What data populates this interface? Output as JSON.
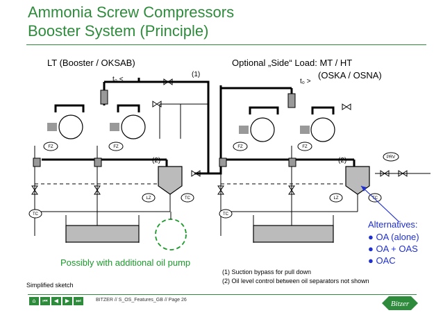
{
  "title": {
    "line1": "Ammonia Screw Compressors",
    "line2": "Booster System (Principle)"
  },
  "labels": {
    "lt": "LT (Booster / OKSAB)",
    "side_load": "Optional „Side“ Load: MT / HT",
    "oska": "(OSKA / OSNA)",
    "t0_lt": "t₀ <",
    "t0_side": "t₀ >",
    "marker1": "(1)",
    "marker2_left": "(2)",
    "marker2_right": "(2)",
    "oil_pump": "Possibly with additional oil pump",
    "note1": "(1) Suction bypass for pull down",
    "note2": "(2) Oil level control between oil separators not shown",
    "simplified": "Simplified sketch"
  },
  "symbols": {
    "fz": "FZ",
    "tc": "TC",
    "lz": "LZ",
    "prv": "PRV"
  },
  "alternatives": {
    "heading": "Alternatives:",
    "items": [
      "OA (alone)",
      "OA + OAS",
      "OAC"
    ]
  },
  "footer": {
    "text": "BITZER // S_OS_Features_GB // Page 26",
    "nav": [
      "⌂",
      "⏮",
      "◀",
      "▶",
      "⏭"
    ],
    "logo": "Bitzer"
  },
  "colors": {
    "title": "#2e8b3c",
    "annotation_green": "#1a9a2a",
    "annotation_blue": "#1f2fd0",
    "line": "#000000"
  }
}
